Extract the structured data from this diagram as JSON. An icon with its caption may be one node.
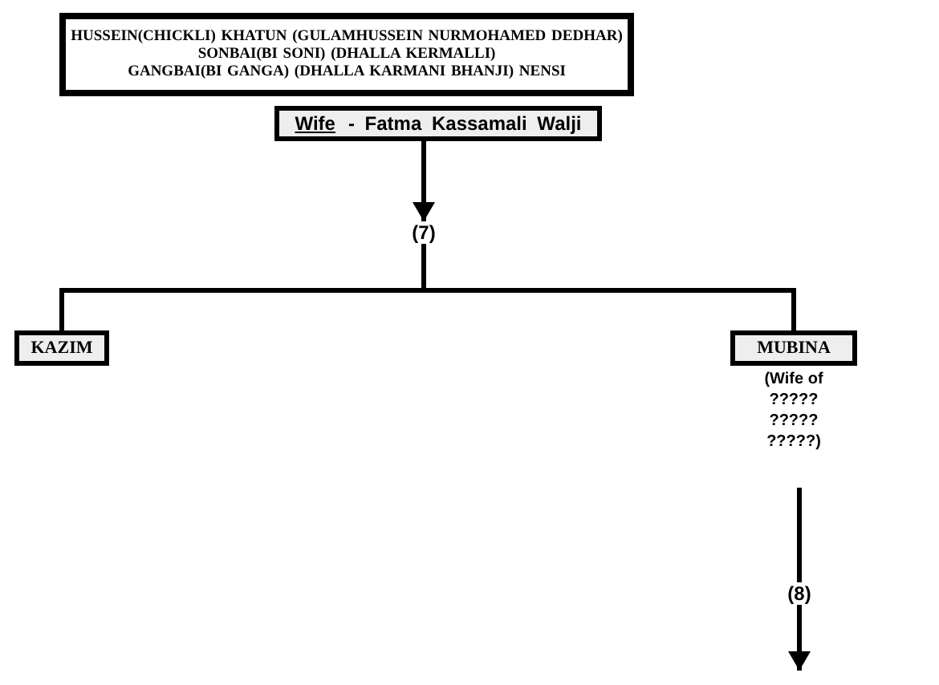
{
  "diagram": {
    "nodes": [
      {
        "text": [
          "HUSSEIN(CHICKLI) KHATUN (GULAMHUSSEIN NURMOHAMED DEDHAR)",
          "SONBAI(BI SONI) (DHALLA KERMALLI)",
          "GANGBAI(BI GANGA) (DHALLA KARMANI BHANJI) NENSI"
        ]
      },
      {
        "text": [
          "Wife",
          "- Fatma Kassamali Walji"
        ]
      },
      {
        "text": [
          "(7)"
        ]
      },
      {
        "text": [
          "KAZIM"
        ]
      },
      {
        "text": [
          "MUBINA"
        ],
        "beside": [
          "(Wife of ????? ????? ?????)"
        ]
      },
      {
        "text": [
          "(8)"
        ]
      }
    ],
    "edges": [
      {
        "from": 1,
        "to": 2,
        "arrow": "to"
      },
      {
        "from": 2,
        "to": 3,
        "arrow": "none"
      },
      {
        "from": 2,
        "to": 4,
        "arrow": "none"
      },
      {
        "from": 4,
        "to": 5,
        "arrow": "none"
      },
      {
        "from": 5,
        "to": null,
        "arrow": "to"
      }
    ]
  }
}
